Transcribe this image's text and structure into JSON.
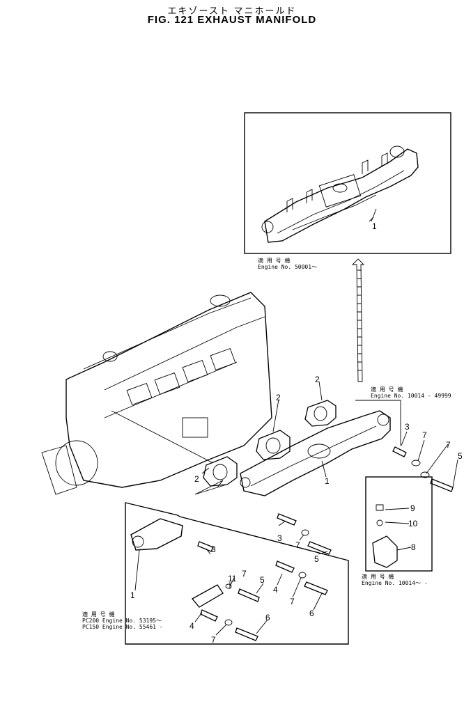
{
  "title": {
    "japanese": "エキゾースト マニホールド",
    "english": "FIG. 121  EXHAUST MANIFOLD"
  },
  "callouts": [
    {
      "id": "c1-inset",
      "text": "1"
    },
    {
      "id": "c2-a",
      "text": "2"
    },
    {
      "id": "c2-b",
      "text": "2"
    },
    {
      "id": "c2-c",
      "text": "2"
    },
    {
      "id": "c1-main",
      "text": "1"
    },
    {
      "id": "c3-a",
      "text": "3"
    },
    {
      "id": "c7-a",
      "text": "7"
    },
    {
      "id": "c7-b",
      "text": "7"
    },
    {
      "id": "c5-a",
      "text": "5"
    },
    {
      "id": "c9",
      "text": "9"
    },
    {
      "id": "c10",
      "text": "10"
    },
    {
      "id": "c8",
      "text": "8"
    },
    {
      "id": "c3-b",
      "text": "3"
    },
    {
      "id": "c7-c",
      "text": "7"
    },
    {
      "id": "c5-b",
      "text": "5"
    },
    {
      "id": "c4-a",
      "text": "4"
    },
    {
      "id": "c7-d",
      "text": "7"
    },
    {
      "id": "c6-a",
      "text": "6"
    },
    {
      "id": "c3-c",
      "text": "3"
    },
    {
      "id": "c11",
      "text": "11"
    },
    {
      "id": "c7-e",
      "text": "7"
    },
    {
      "id": "c5-c",
      "text": "5"
    },
    {
      "id": "c1-lower",
      "text": "1"
    },
    {
      "id": "c4-b",
      "text": "4"
    },
    {
      "id": "c7-f",
      "text": "7"
    },
    {
      "id": "c6-b",
      "text": "6"
    }
  ],
  "notes": {
    "inset": "適 用 号 機\nEngine No. 50001～",
    "right_main": "適 用 号 機\nEngine No. 10014 - 49999",
    "right_bracket": "適 用 号 機\nEngine No. 10014～ -",
    "lower_left": "適 用 号 機\nPC200 Engine No. 53195～\nPC150 Engine No. 55461 -"
  }
}
